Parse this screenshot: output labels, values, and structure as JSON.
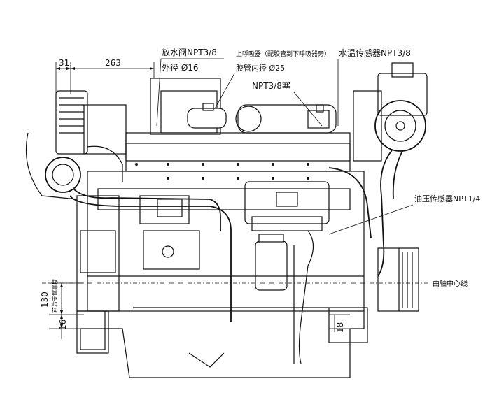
{
  "dimensions": {
    "left_offset": "31",
    "top_width": "263",
    "height_130": "130",
    "height_16": "16",
    "right_18": "18"
  },
  "labels": {
    "drain_valve": "放水阀NPT3/8",
    "drain_od": "外径 Ø16",
    "breather": "上呼吸器（配胶管到下呼吸器旁）",
    "hose_id": "胶管内径 Ø25",
    "plug": "NPT3/8塞",
    "water_temp_sensor": "水温传感器NPT3/8",
    "oil_pressure_sensor": "油压传感器NPT1/4",
    "crank_center": "曲轴中心线",
    "front_support": "前后支撑高度"
  }
}
